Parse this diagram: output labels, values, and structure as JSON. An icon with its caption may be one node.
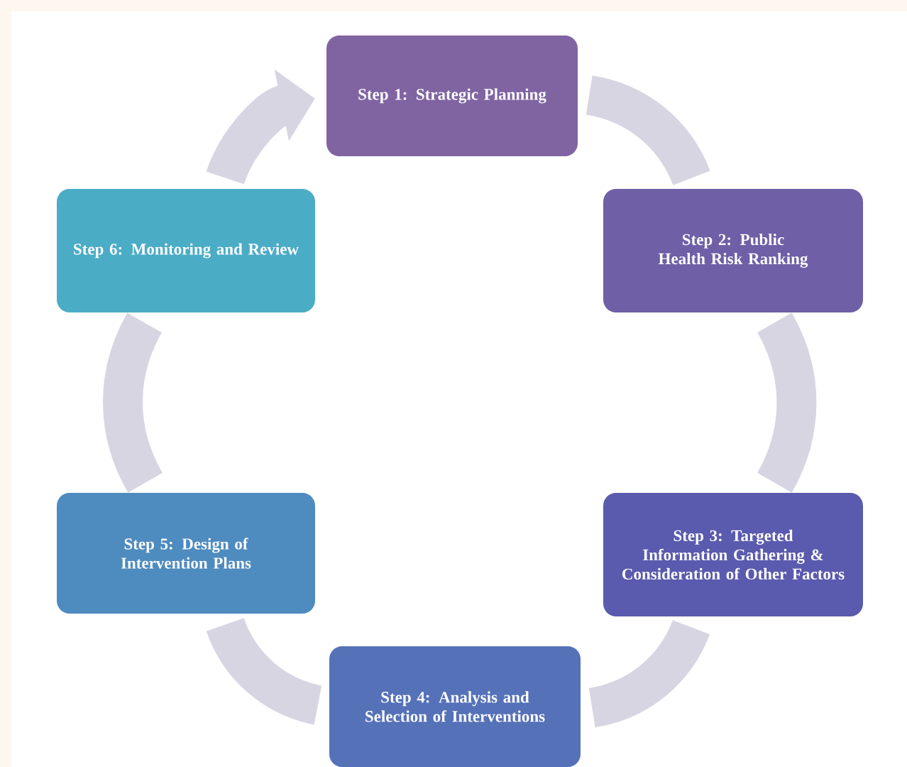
{
  "diagram": {
    "nodes": [
      {
        "text": [
          "Step 1:  Strategic Planning"
        ]
      },
      {
        "text": [
          "Step 2: Public Health Risk Ranking"
        ]
      },
      {
        "text": [
          "Step 3:  Targeted Information Gathering & Consideration of Other Factors"
        ]
      },
      {
        "text": [
          "Step 4:  Analysis and Selection of Interventions"
        ]
      },
      {
        "text": [
          "Step 5:  Design of Intervention Plans"
        ]
      },
      {
        "text": [
          "Step 6:  Monitoring and Review"
        ]
      }
    ],
    "edges": [
      {
        "from": 0,
        "to": 1,
        "arrow": "none"
      },
      {
        "from": 1,
        "to": 2,
        "arrow": "none"
      },
      {
        "from": 2,
        "to": 3,
        "arrow": "none"
      },
      {
        "from": 3,
        "to": 4,
        "arrow": "none"
      },
      {
        "from": 4,
        "to": 5,
        "arrow": "none"
      },
      {
        "from": 5,
        "to": 0,
        "arrow": "to"
      }
    ]
  }
}
